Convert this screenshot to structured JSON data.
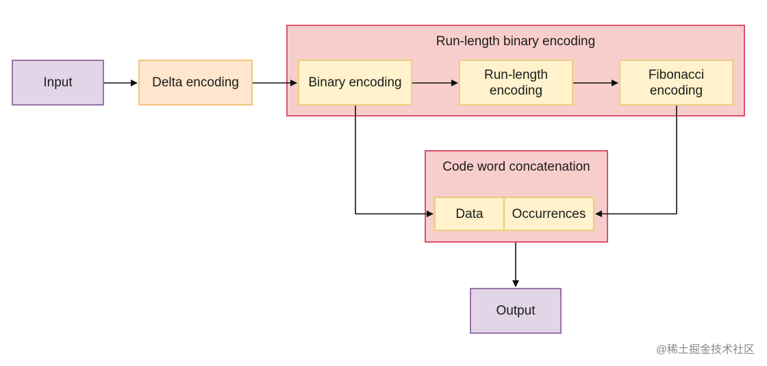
{
  "nodes": {
    "input": "Input",
    "delta": "Delta encoding",
    "binary": "Binary encoding",
    "run_length": "Run-length\nencoding",
    "fibonacci": "Fibonacci\nencoding",
    "data": "Data",
    "occurrences": "Occurrences",
    "output": "Output"
  },
  "groups": {
    "rlbe": "Run-length binary encoding",
    "concat": "Code word concatenation"
  },
  "watermark": "@稀土掘金技术社区",
  "colors": {
    "purple_fill": "#e1d5e7",
    "purple_stroke": "#9673a6",
    "orange_fill": "#ffe6cc",
    "yellow_fill": "#fff2cc",
    "group_fill": "#f8cecc",
    "group_stroke": "#d9536a"
  }
}
